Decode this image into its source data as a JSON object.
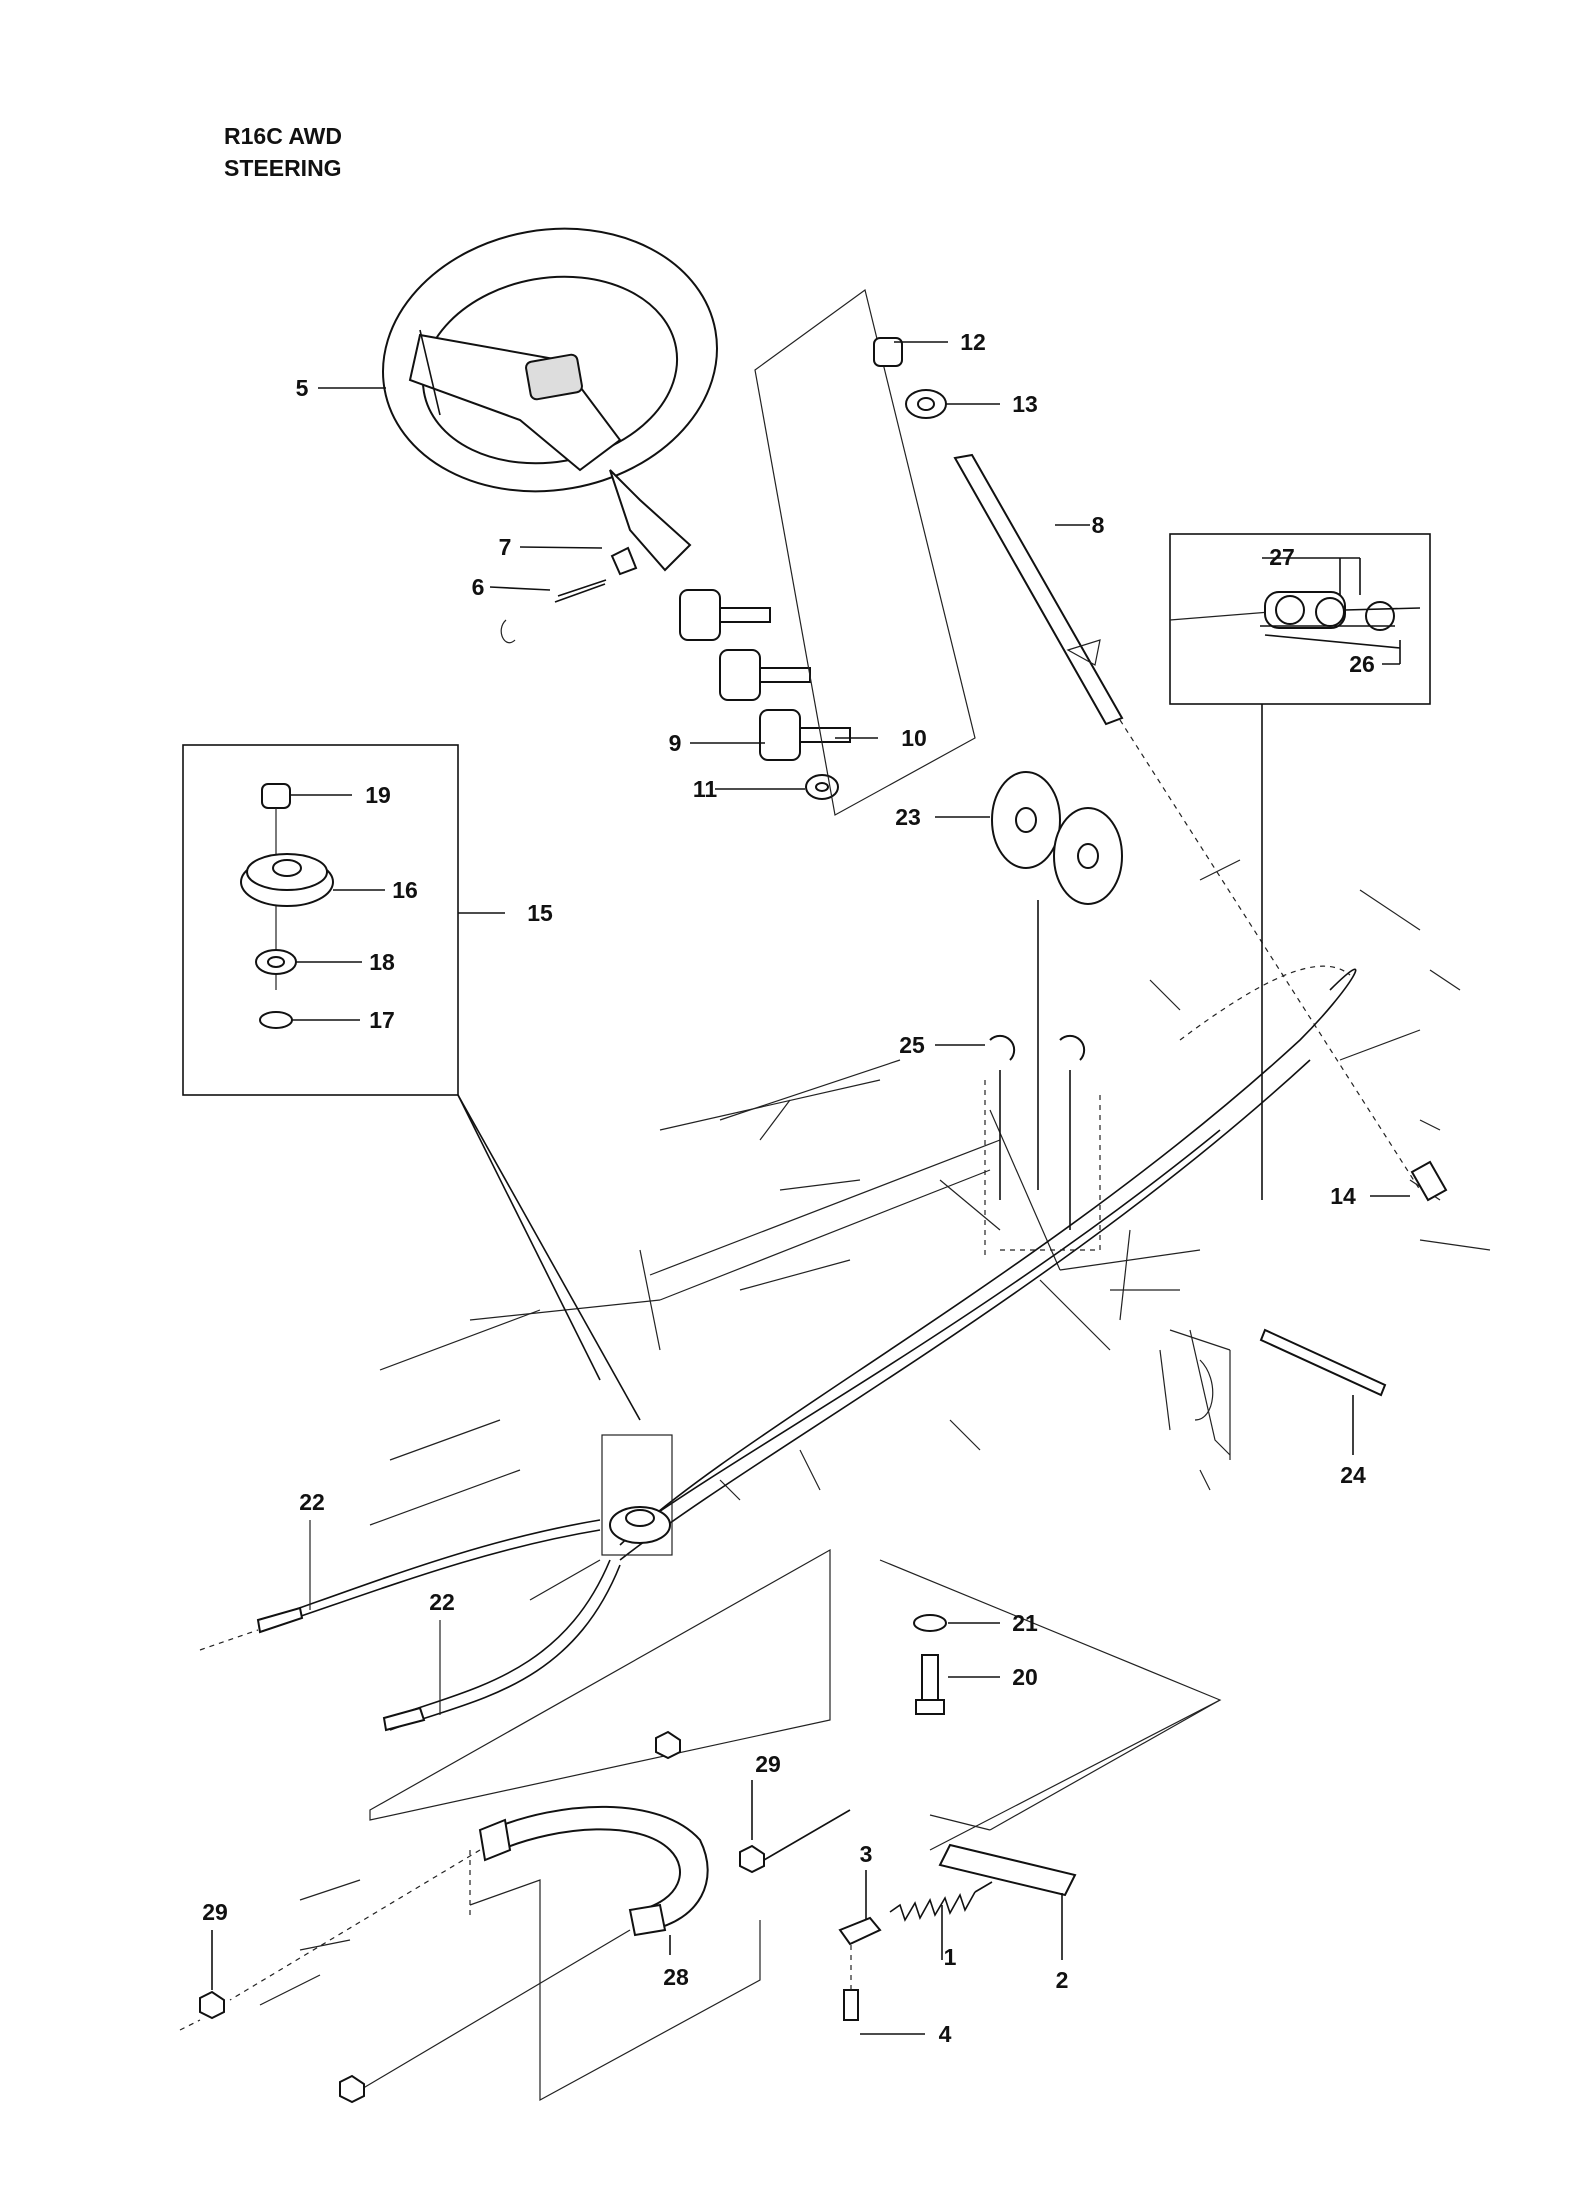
{
  "header": {
    "model": "R16C AWD",
    "section": "STEERING"
  },
  "callouts": [
    {
      "id": "c1",
      "text": "1"
    },
    {
      "id": "c2",
      "text": "2"
    },
    {
      "id": "c3",
      "text": "3"
    },
    {
      "id": "c4",
      "text": "4"
    },
    {
      "id": "c5",
      "text": "5"
    },
    {
      "id": "c6",
      "text": "6"
    },
    {
      "id": "c7",
      "text": "7"
    },
    {
      "id": "c8",
      "text": "8"
    },
    {
      "id": "c9",
      "text": "9"
    },
    {
      "id": "c10",
      "text": "10"
    },
    {
      "id": "c11",
      "text": "11"
    },
    {
      "id": "c12",
      "text": "12"
    },
    {
      "id": "c13",
      "text": "13"
    },
    {
      "id": "c14",
      "text": "14"
    },
    {
      "id": "c15",
      "text": "15"
    },
    {
      "id": "c16",
      "text": "16"
    },
    {
      "id": "c17",
      "text": "17"
    },
    {
      "id": "c18",
      "text": "18"
    },
    {
      "id": "c19",
      "text": "19"
    },
    {
      "id": "c20",
      "text": "20"
    },
    {
      "id": "c21",
      "text": "21"
    },
    {
      "id": "c22a",
      "text": "22"
    },
    {
      "id": "c22b",
      "text": "22"
    },
    {
      "id": "c23",
      "text": "23"
    },
    {
      "id": "c24",
      "text": "24"
    },
    {
      "id": "c25",
      "text": "25"
    },
    {
      "id": "c26",
      "text": "26"
    },
    {
      "id": "c27",
      "text": "27"
    },
    {
      "id": "c28",
      "text": "28"
    },
    {
      "id": "c29a",
      "text": "29"
    },
    {
      "id": "c29b",
      "text": "29"
    }
  ],
  "icons": {
    "steering_wheel": "steering-wheel-icon",
    "logo": "husqvarna-crown-logo"
  }
}
